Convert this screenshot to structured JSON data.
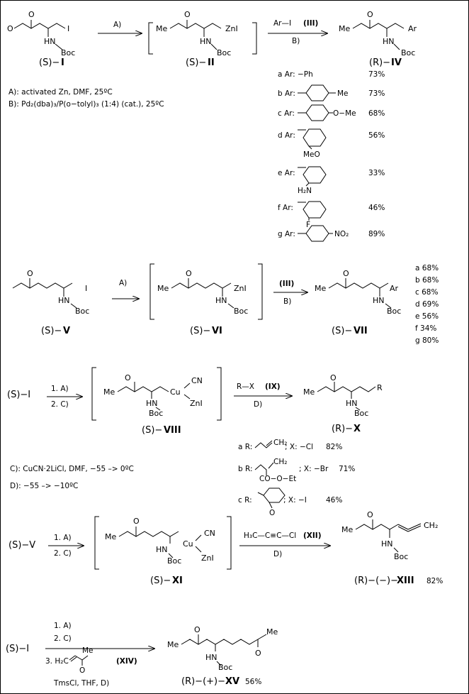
{
  "s1": {
    "label1_pre": "(S)−",
    "label1_num": "I",
    "label2_pre": "(S)−",
    "label2_num": "II",
    "label3_pre": "(R)−",
    "label3_num": "IV",
    "me_o": "O",
    "nh_boc": "HN",
    "boc": "Boc",
    "iodo": "I",
    "me": "Me",
    "o2": "O",
    "hn2": "HN",
    "boc2": "Boc",
    "zni": "ZnI",
    "me3": "Me",
    "o3": "O",
    "hn3": "HN",
    "boc3": "Boc",
    "ar3": "Ar",
    "arrow1": "A)",
    "reagent": "Ar—I",
    "reagent_num": "(III)",
    "arrow2": "B)",
    "cond_a": "A): activated Zn,  DMF,  25ºC",
    "cond_b": "B): Pd₂(dba)₃/P(o−tolyl)₃ (1:4) (cat.), 25ºC",
    "ars": [
      {
        "label": "a Ar:",
        "sub": "−Ph",
        "yield": "73%"
      },
      {
        "label": "b Ar:",
        "sub": "Me",
        "yield": "73%"
      },
      {
        "label": "c Ar:",
        "sub": "O−Me",
        "yield": "68%"
      },
      {
        "label": "d Ar:",
        "sub": "MeO",
        "yield": "56%"
      },
      {
        "label": "e Ar:",
        "sub": "H₂N",
        "yield": "33%"
      },
      {
        "label": "f Ar:",
        "sub": "F",
        "yield": "46%"
      },
      {
        "label": "g Ar:",
        "sub": "NO₂",
        "yield": "89%"
      }
    ]
  },
  "s2": {
    "label1_pre": "(S)−",
    "label1_num": "V",
    "label2_pre": "(S)−",
    "label2_num": "VI",
    "label3_pre": "(S)−",
    "label3_num": "VII",
    "o1": "O",
    "hn1": "HN",
    "boc1": "Boc",
    "i1": "I",
    "me2": "Me",
    "o2": "O",
    "hn2": "HN",
    "boc2": "Boc",
    "zni": "ZnI",
    "me3": "Me",
    "o3": "O",
    "hn3": "HN",
    "boc3": "Boc",
    "ar3": "Ar",
    "arrow1": "A)",
    "arrow2_top": "(III)",
    "arrow2_bot": "B)",
    "yields": [
      "a 68%",
      "b 68%",
      "c 68%",
      "d 69%",
      "e 56%",
      "f 34%",
      "g 80%"
    ]
  },
  "s3": {
    "start": "(S)−I",
    "step1": "1. A)",
    "step2": "2. C)",
    "me": "Me",
    "o": "O",
    "hn": "HN",
    "boc": "Boc",
    "cu": "Cu",
    "cn": "CN",
    "zni": "ZnI",
    "label2_pre": "(S)−",
    "label2_num": "VIII",
    "reagent": "R—X",
    "reagent_num": "(IX)",
    "arrow2": "D)",
    "me3": "Me",
    "o3": "O",
    "hn3": "HN",
    "boc3": "Boc",
    "r3": "R",
    "label3_pre": "(R)−",
    "label3_num": "X",
    "cond_c": "C): CuCN·2LiCl,  DMF,  −55 –> 0ºC",
    "cond_d": "D): −55 –> −10ºC",
    "rs": [
      {
        "label": "a R:",
        "tail": "; X: −Cl",
        "yield": "82%",
        "frag": "CH₂"
      },
      {
        "label": "b R:",
        "tail": "; X: −Br",
        "yield": "71%",
        "frag": "CO−O−Et",
        "frag2": "CH₂"
      },
      {
        "label": "c R:",
        "tail": "; X: −I",
        "yield": "46%",
        "frag": "O"
      }
    ]
  },
  "s4": {
    "start": "(S)−V",
    "step1": "1. A)",
    "step2": "2. C)",
    "me": "Me",
    "o": "O",
    "hn": "HN",
    "boc": "Boc",
    "cu": "Cu",
    "cn": "CN",
    "zni": "ZnI",
    "label2_pre": "(S)−",
    "label2_num": "XI",
    "reagent": "H₃C—C≡C—Cl",
    "reagent_num": "(XII)",
    "arrow2": "D)",
    "me3": "Me",
    "o3": "O",
    "hn3": "HN",
    "boc3": "Boc",
    "ch2": "CH₂",
    "label3_pre": "(R)−(−)−",
    "label3_num": "XIII",
    "yield": "82%"
  },
  "s5": {
    "start": "(S)−I",
    "step1": "1. A)",
    "step2": "2. C)",
    "step3": "3. H₂C",
    "step3_me": "Me",
    "step3_o": "O",
    "step3_num": "(XIV)",
    "step4": "TmsCl,  THF,  D)",
    "me": "Me",
    "o": "O",
    "hn": "HN",
    "boc": "Boc",
    "me_k": "Me",
    "o_k": "O",
    "label_pre": "(R)−(+)−",
    "label_num": "XV",
    "yield": "56%"
  }
}
